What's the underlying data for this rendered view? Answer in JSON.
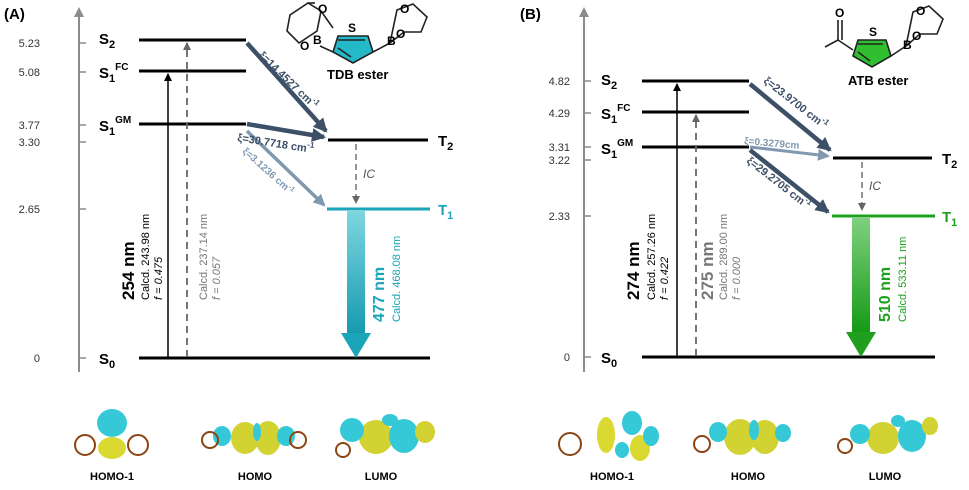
{
  "panelA": {
    "label": "(A)",
    "molecule_name": "TDB ester",
    "y_ticks": [
      "5.23",
      "5.08",
      "3.77",
      "3.30",
      "2.65",
      "0"
    ],
    "levels": {
      "s2": {
        "main": "S",
        "sub": "2",
        "sup": ""
      },
      "s1fc": {
        "main": "S",
        "sub": "1",
        "sup": "FC"
      },
      "s1gm": {
        "main": "S",
        "sub": "1",
        "sup": "GM"
      },
      "t2": {
        "main": "T",
        "sub": "2",
        "sup": ""
      },
      "t1": {
        "main": "T",
        "sub": "1",
        "sup": ""
      },
      "s0": {
        "main": "S",
        "sub": "0",
        "sup": ""
      }
    },
    "abs_solid": {
      "wavelength": "254 nm",
      "calc": "Calcd. 243.98 nm",
      "f": "f = 0.475"
    },
    "abs_dashed": {
      "calc": "Calcd. 237.14 nm",
      "f": "f = 0.057"
    },
    "isc1": "ξ=14.4527 cm",
    "isc2": "ξ=30.7718 cm",
    "isc3": "ξ=3.1236 cm",
    "isc_sup": "-1",
    "ic_label": "IC",
    "emission": {
      "wavelength": "477 nm",
      "calc": "Calcd. 468.08 nm"
    },
    "orbitals": [
      "HOMO-1",
      "HOMO",
      "LUMO"
    ]
  },
  "panelB": {
    "label": "(B)",
    "molecule_name": "ATB ester",
    "y_ticks": [
      "4.82",
      "4.29",
      "3.31",
      "3.22",
      "2.33",
      "0"
    ],
    "levels": {
      "s2": {
        "main": "S",
        "sub": "2",
        "sup": ""
      },
      "s1fc": {
        "main": "S",
        "sub": "1",
        "sup": "FC"
      },
      "s1gm": {
        "main": "S",
        "sub": "1",
        "sup": "GM"
      },
      "t2": {
        "main": "T",
        "sub": "2",
        "sup": ""
      },
      "t1": {
        "main": "T",
        "sub": "1",
        "sup": ""
      },
      "s0": {
        "main": "S",
        "sub": "0",
        "sup": ""
      }
    },
    "abs_solid": {
      "wavelength": "274 nm",
      "calc": "Calcd. 257.26 nm",
      "f": "f = 0.422"
    },
    "abs_dashed": {
      "wavelength": "275 nm",
      "calc": "Calcd. 289.00 nm",
      "f": "f = 0.000"
    },
    "isc1": "ξ=23.9700 cm",
    "isc2": "ξ=0.3279cm",
    "isc3": "ξ=29.2705 cm",
    "isc_sup": "-1",
    "ic_label": "IC",
    "emission": {
      "wavelength": "510 nm",
      "calc": "Calcd. 533.11 nm"
    },
    "orbitals": [
      "HOMO-1",
      "HOMO",
      "LUMO"
    ]
  },
  "colors": {
    "teal": "#1aa5b8",
    "green": "#1ea01e",
    "slate": "#3d5068",
    "slate_light": "#8098b0",
    "axis": "#8c8c8c"
  },
  "icons": {
    "molecule": "thiophene-boronate-structure-icon",
    "orbital": "molecular-orbital-isosurface-icon"
  }
}
